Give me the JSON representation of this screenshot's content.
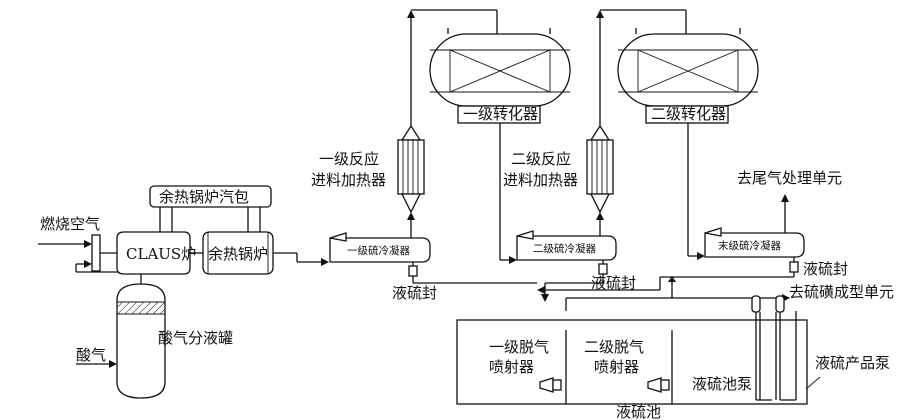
{
  "labels": {
    "combustion_air": "燃烧空气",
    "acid_gas": "酸气",
    "acid_gas_knockout_drum": "酸气分液罐",
    "claus_furnace": "CLAUS炉",
    "waste_heat_boiler": "余热锅炉",
    "waste_heat_boiler_drum": "余热锅炉汽包",
    "first_condenser": "一级硫冷凝器",
    "second_condenser": "二级硫冷凝器",
    "final_condenser": "末级硫冷凝器",
    "first_reheater_line1": "一级反应",
    "first_reheater_line2": "进料加热器",
    "second_reheater_line1": "二级反应",
    "second_reheater_line2": "进料加热器",
    "first_converter": "一级转化器",
    "second_converter": "二级转化器",
    "to_tail_gas": "去尾气处理单元",
    "liquid_sulfur_seal_1": "液硫封",
    "liquid_sulfur_seal_2": "液硫封",
    "liquid_sulfur_seal_3": "液硫封",
    "to_sulfur_forming": "去硫磺成型单元",
    "first_degassing_ejector_line1": "一级脱气",
    "first_degassing_ejector_line2": "喷射器",
    "second_degassing_ejector_line1": "二级脱气",
    "second_degassing_ejector_line2": "喷射器",
    "sulfur_pit_pump": "液硫池泵",
    "sulfur_product_pump": "液硫产品泵",
    "sulfur_pit": "液硫池"
  }
}
